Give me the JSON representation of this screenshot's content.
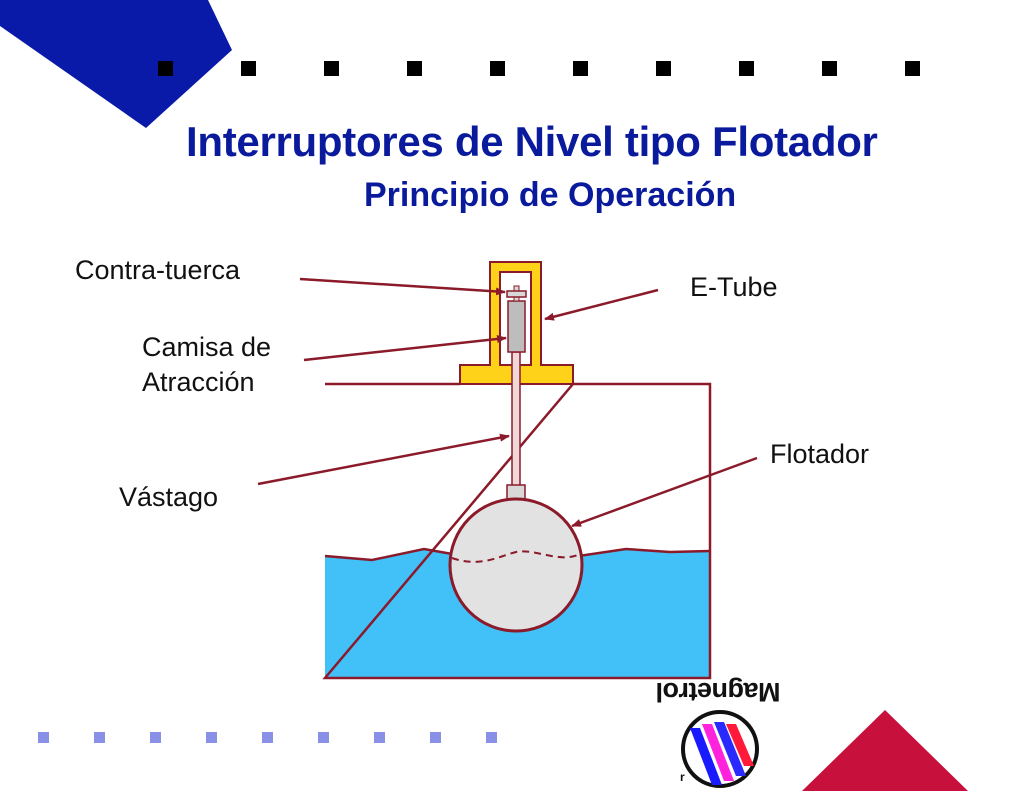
{
  "title": "Interruptores de Nivel tipo Flotador",
  "subtitle": "Principio de Operación",
  "labels": {
    "contra_tuerca": "Contra-tuerca",
    "camisa_line1": "Camisa de",
    "camisa_line2": "Atracción",
    "vastago": "Vástago",
    "e_tube": "E-Tube",
    "flotador": "Flotador"
  },
  "logo": {
    "text": "Magnetrol"
  },
  "colors": {
    "title": "#0a1a9c",
    "outline": "#8b1a2a",
    "liquid": "#42c0f8",
    "housing": "#ffd21a",
    "float": "#e2e2e2",
    "decor_blue": "#0a1aa8",
    "decor_red": "#c8103c",
    "bullet_light": "#8a90e8"
  }
}
